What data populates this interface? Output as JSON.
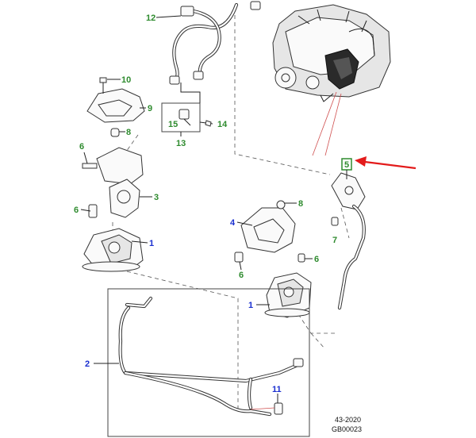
{
  "callouts": {
    "c1a": "1",
    "c1b": "1",
    "c2": "2",
    "c3": "3",
    "c4": "4",
    "c5": "5",
    "c6a": "6",
    "c6b": "6",
    "c6c": "6",
    "c6d": "6",
    "c7": "7",
    "c8a": "8",
    "c8b": "8",
    "c9": "9",
    "c10": "10",
    "c11": "11",
    "c12": "12",
    "c13": "13",
    "c14": "14",
    "c15": "15"
  },
  "reference": {
    "code_line1": "43-2020",
    "code_line2": "GB00023"
  },
  "colors": {
    "green_label": "#2e8b2e",
    "blue_label": "#1a2fd0",
    "highlight_arrow": "#e31b1b",
    "highlight_box": "#2e8b2e"
  }
}
